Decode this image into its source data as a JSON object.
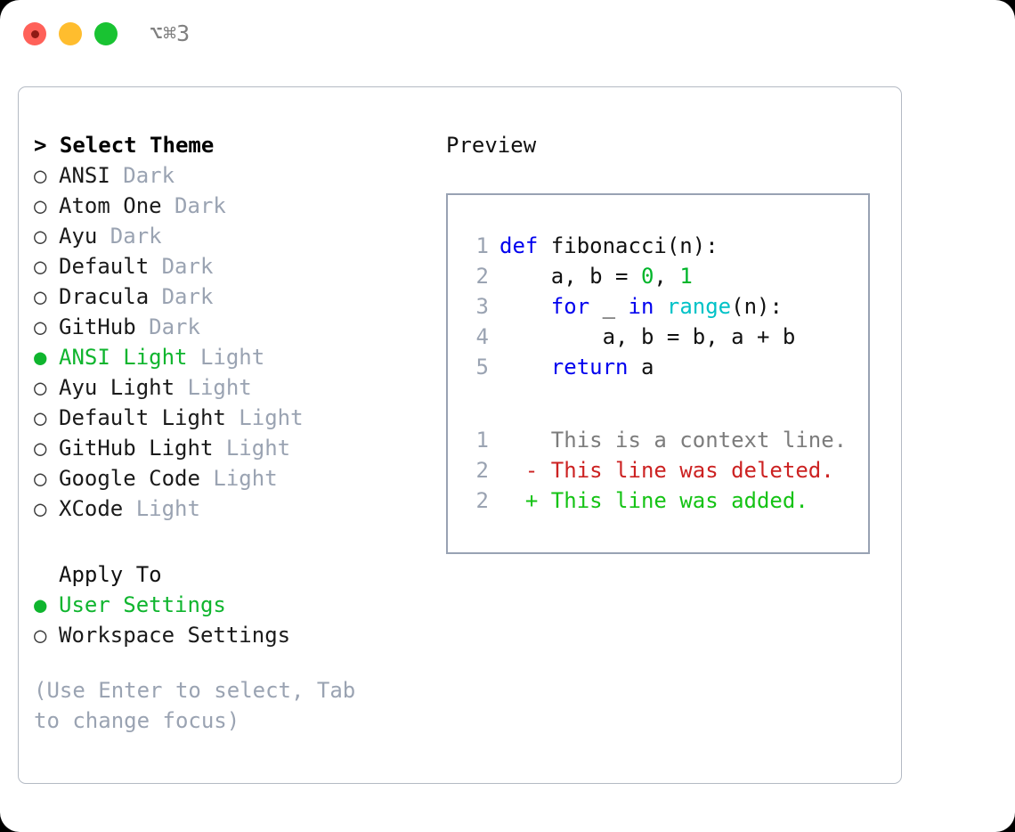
{
  "window": {
    "shortcut": "⌥⌘3",
    "traffic_lights": [
      "close-red",
      "minimize-yellow",
      "maximize-green"
    ],
    "colors": {
      "red": "#ff6159",
      "yellow": "#ffbd2e",
      "green": "#19c332",
      "panel_border": "#b4bac4",
      "preview_border": "#98a2b3",
      "accent_green": "#0fb52e",
      "muted": "#9aa3b2"
    }
  },
  "theme_list": {
    "header": "> Select Theme",
    "marker_off": "○",
    "marker_on": "●",
    "items": [
      {
        "name": "ANSI",
        "variant": "Dark",
        "selected": false
      },
      {
        "name": "Atom One",
        "variant": "Dark",
        "selected": false
      },
      {
        "name": "Ayu",
        "variant": "Dark",
        "selected": false
      },
      {
        "name": "Default",
        "variant": "Dark",
        "selected": false
      },
      {
        "name": "Dracula",
        "variant": "Dark",
        "selected": false
      },
      {
        "name": "GitHub",
        "variant": "Dark",
        "selected": false
      },
      {
        "name": "ANSI Light",
        "variant": "Light",
        "selected": true
      },
      {
        "name": "Ayu Light",
        "variant": "Light",
        "selected": false
      },
      {
        "name": "Default Light",
        "variant": "Light",
        "selected": false
      },
      {
        "name": "GitHub Light",
        "variant": "Light",
        "selected": false
      },
      {
        "name": "Google Code",
        "variant": "Light",
        "selected": false
      },
      {
        "name": "XCode",
        "variant": "Light",
        "selected": false
      }
    ]
  },
  "apply_to": {
    "header": "Apply To",
    "items": [
      {
        "label": "User Settings",
        "selected": true
      },
      {
        "label": "Workspace Settings",
        "selected": false
      }
    ]
  },
  "hint": "(Use Enter to select, Tab to change focus)",
  "preview": {
    "label": "Preview",
    "code": [
      {
        "n": "1",
        "tokens": [
          {
            "t": "def",
            "c": "kw"
          },
          {
            "t": " fibonacci",
            "c": "id"
          },
          {
            "t": "(n):",
            "c": "punc"
          }
        ]
      },
      {
        "n": "2",
        "tokens": [
          {
            "t": "    a, b = ",
            "c": "id"
          },
          {
            "t": "0",
            "c": "num"
          },
          {
            "t": ", ",
            "c": "punc"
          },
          {
            "t": "1",
            "c": "num"
          }
        ]
      },
      {
        "n": "3",
        "tokens": [
          {
            "t": "    ",
            "c": "id"
          },
          {
            "t": "for",
            "c": "kw"
          },
          {
            "t": " _ ",
            "c": "id"
          },
          {
            "t": "in",
            "c": "kw"
          },
          {
            "t": " ",
            "c": "id"
          },
          {
            "t": "range",
            "c": "fn"
          },
          {
            "t": "(n):",
            "c": "punc"
          }
        ]
      },
      {
        "n": "4",
        "tokens": [
          {
            "t": "        a, b = b, a + b",
            "c": "id"
          }
        ]
      },
      {
        "n": "5",
        "tokens": [
          {
            "t": "    ",
            "c": "id"
          },
          {
            "t": "return",
            "c": "kw"
          },
          {
            "t": " a",
            "c": "id"
          }
        ]
      }
    ],
    "diff": [
      {
        "n": "1",
        "sign": " ",
        "text": "This is a context line.",
        "kind": "ctx"
      },
      {
        "n": "2",
        "sign": "-",
        "text": "This line was deleted.",
        "kind": "del"
      },
      {
        "n": "2",
        "sign": "+",
        "text": "This line was added.",
        "kind": "add"
      }
    ]
  }
}
